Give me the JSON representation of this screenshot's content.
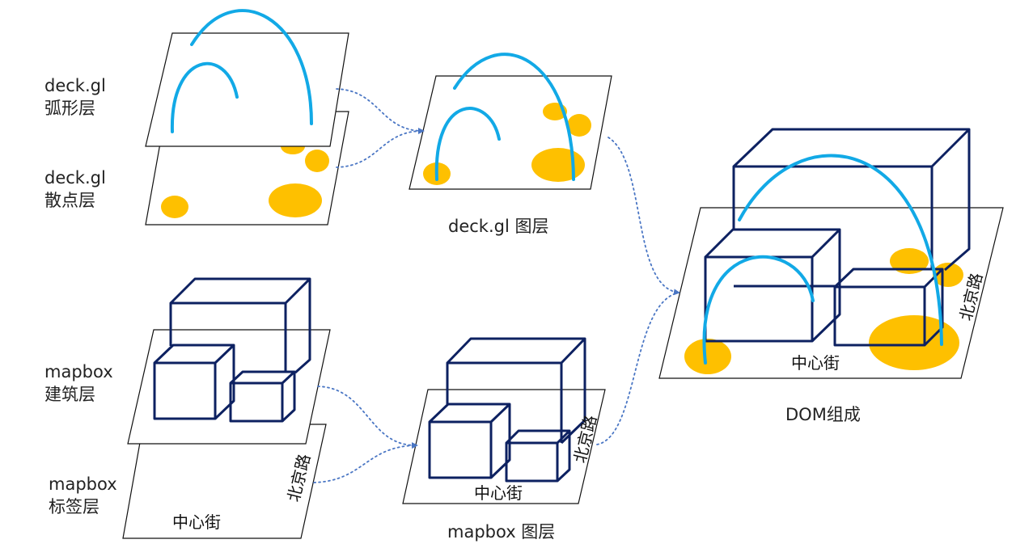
{
  "labels": {
    "arc_layer_line1": "deck.gl",
    "arc_layer_line2": "弧形层",
    "scatter_layer_line1": "deck.gl",
    "scatter_layer_line2": "散点层",
    "building_layer_line1": "mapbox",
    "building_layer_line2": "建筑层",
    "label_layer_line1": "mapbox",
    "label_layer_line2": "标签层",
    "deckgl_layer": "deck.gl 图层",
    "mapbox_layer": "mapbox 图层",
    "dom_composition": "DOM组成"
  },
  "streets": {
    "center_street": "中心街",
    "beijing_road": "北京路"
  },
  "colors": {
    "arc": "#12a9e6",
    "scatter": "#fec000",
    "building": "#0d2161",
    "connector": "#4a76c4"
  }
}
